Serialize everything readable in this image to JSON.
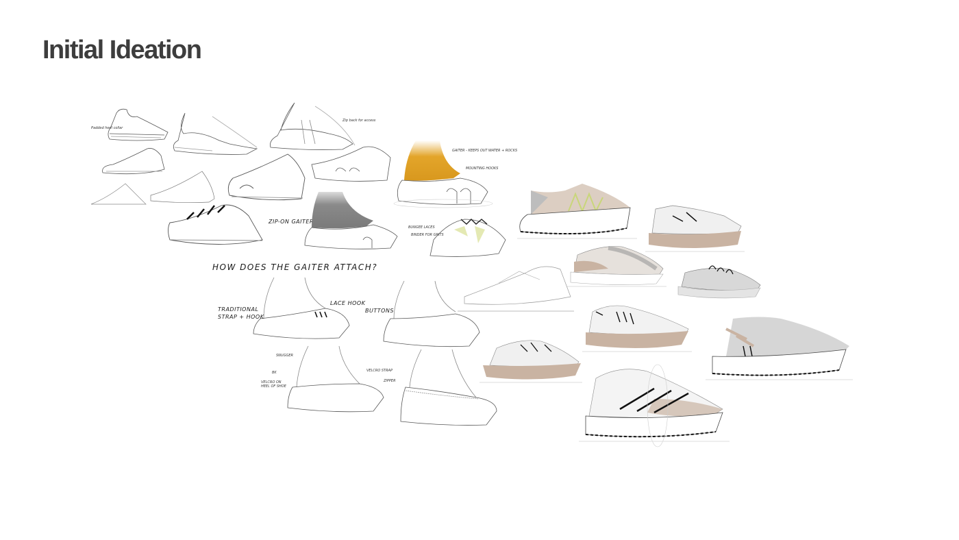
{
  "page": {
    "title": "Initial Ideation"
  },
  "annotations": {
    "sketch1_callout": "Padded heel collar",
    "sketch3_callout": "Zip back for access",
    "gaiter_callout": "GAITER - KEEPS OUT WATER + ROCKS",
    "mounting_callout": "MOUNTING HOOKS",
    "zip_on_gaiter": "ZIP-ON GAITER",
    "overlay_callout": "BUNGEE LACES",
    "overlay_callout_2": "BINDER FOR GRITS",
    "question": "HOW DOES THE GAITER ATTACH?",
    "traditional": "TRADITIONAL STRAP + HOOK",
    "lace_hook": "LACE HOOK",
    "buttons": "BUTTONS",
    "snugger": "SNUGGER",
    "bk": "BK",
    "velcro": "VELCRO ON HEEL OF SHOE",
    "velcro_strap": "VELCRO STRAP",
    "zipper": "ZIPPER"
  },
  "colors": {
    "title": "#3d3d3d",
    "gaiter_yellow": "#e3a52a",
    "gaiter_grey": "#8a8a8a",
    "tan": "#c9b3a2",
    "tan_dark": "#a88f7e",
    "lime": "#c9d67a",
    "line": "#2a2a2a",
    "light_line": "#9a9a9a"
  }
}
